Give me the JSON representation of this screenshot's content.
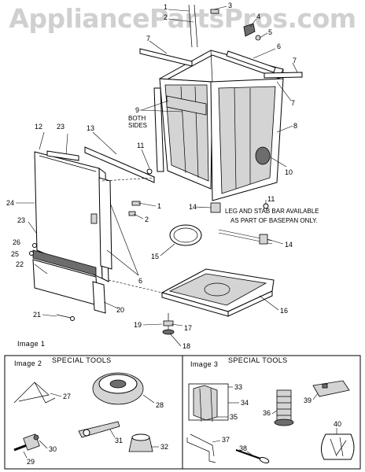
{
  "watermark": "AppliancePartsPros.com",
  "notes": {
    "both_sides": [
      "BOTH",
      "SIDES"
    ],
    "leg_bar": [
      "LEG AND STAB BAR AVAILABLE",
      "AS PART OF BASEPAN ONLY."
    ]
  },
  "panels": {
    "image1": "Image 1",
    "image2": "Image 2",
    "image3": "Image 3",
    "special_tools": "SPECIAL TOOLS"
  },
  "callouts": {
    "c1a": "1",
    "c2a": "2",
    "c3": "3",
    "c4": "4",
    "c5": "5",
    "c6a": "6",
    "c7a": "7",
    "c7b": "7",
    "c7c": "7",
    "c8": "8",
    "c9": "9",
    "c10": "10",
    "c11a": "11",
    "c11b": "11",
    "c12": "12",
    "c13": "13",
    "c14a": "14",
    "c14b": "14",
    "c1b": "1",
    "c2b": "2",
    "c6b": "6",
    "c15": "15",
    "c16": "16",
    "c17": "17",
    "c18": "18",
    "c19": "19",
    "c20": "20",
    "c21": "21",
    "c22": "22",
    "c23a": "23",
    "c23b": "23",
    "c24": "24",
    "c25": "25",
    "c26": "26",
    "c27": "27",
    "c28": "28",
    "c29": "29",
    "c30": "30",
    "c31": "31",
    "c32": "32",
    "c33": "33",
    "c34": "34",
    "c35": "35",
    "c36": "36",
    "c37": "37",
    "c38": "38",
    "c39": "39",
    "c40": "40"
  }
}
